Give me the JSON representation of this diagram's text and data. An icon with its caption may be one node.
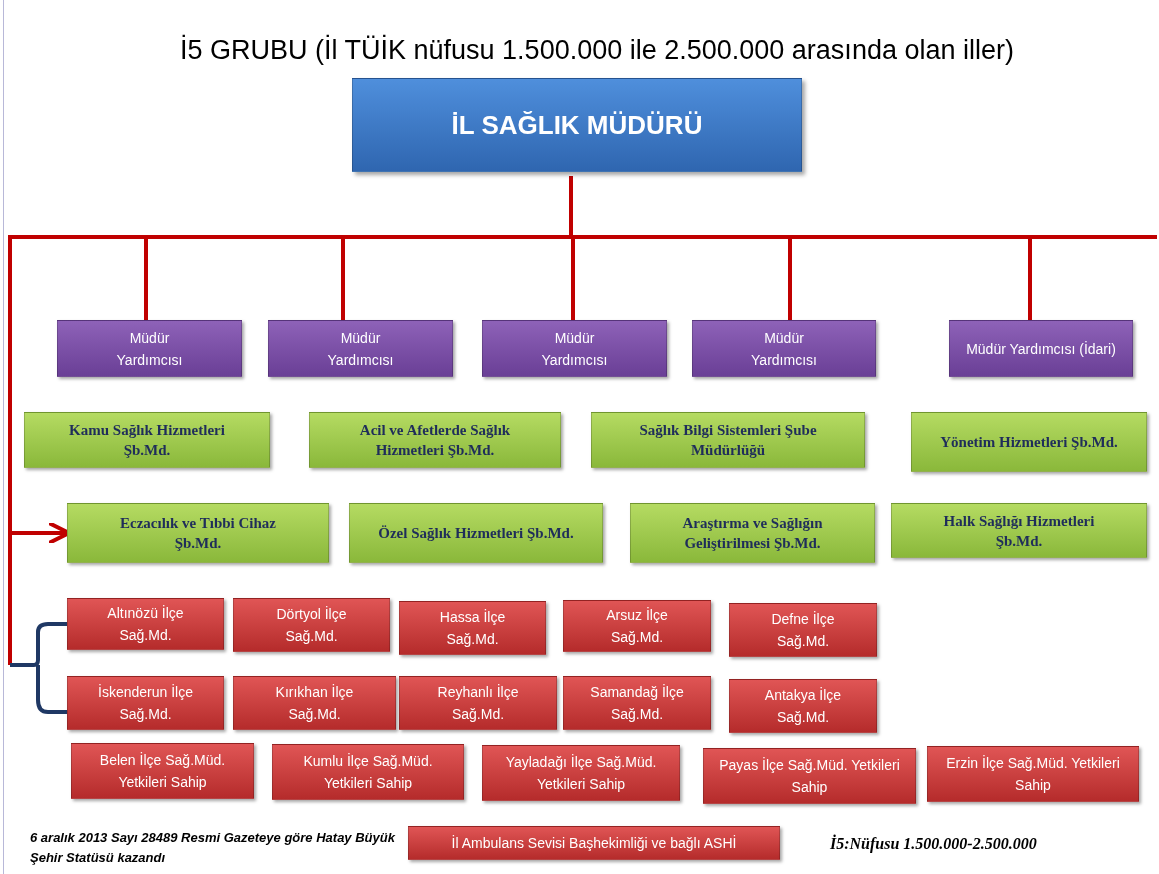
{
  "diagram": {
    "title": "İ5 GRUBU (İl TÜİK nüfusu 1.500.000 ile 2.500.000 arasında olan iller)",
    "nodes": [
      {
        "text": [
          "İL SAĞLIK MÜDÜRÜ"
        ]
      },
      {
        "text": [
          "Müdür Yardımcısı"
        ]
      },
      {
        "text": [
          "Müdür Yardımcısı"
        ]
      },
      {
        "text": [
          "Müdür Yardımcısı"
        ]
      },
      {
        "text": [
          "Müdür Yardımcısı"
        ]
      },
      {
        "text": [
          "Müdür Yardımcısı (İdari)"
        ]
      },
      {
        "text": [
          "Kamu Sağlık Hizmetleri Şb.Md."
        ]
      },
      {
        "text": [
          "Acil ve Afetlerde Sağlık Hizmetleri Şb.Md."
        ]
      },
      {
        "text": [
          "Sağlık Bilgi Sistemleri Şube Müdürlüğü"
        ]
      },
      {
        "text": [
          "Yönetim Hizmetleri Şb.Md."
        ]
      },
      {
        "text": [
          "Eczacılık ve Tıbbi Cihaz Şb.Md."
        ]
      },
      {
        "text": [
          "Özel Sağlık Hizmetleri Şb.Md."
        ]
      },
      {
        "text": [
          "Araştırma ve Sağlığın Geliştirilmesi Şb.Md."
        ]
      },
      {
        "text": [
          "Halk Sağlığı Hizmetleri Şb.Md."
        ]
      },
      {
        "text": [
          "Altınözü İlçe Sağ.Md."
        ]
      },
      {
        "text": [
          "Dörtyol İlçe Sağ.Md."
        ]
      },
      {
        "text": [
          "Hassa İlçe Sağ.Md."
        ]
      },
      {
        "text": [
          "Arsuz İlçe Sağ.Md."
        ]
      },
      {
        "text": [
          "Defne İlçe Sağ.Md."
        ]
      },
      {
        "text": [
          "İskenderun İlçe Sağ.Md."
        ]
      },
      {
        "text": [
          "Kırıkhan İlçe Sağ.Md."
        ]
      },
      {
        "text": [
          "Reyhanlı İlçe Sağ.Md."
        ]
      },
      {
        "text": [
          "Samandağ İlçe Sağ.Md."
        ]
      },
      {
        "text": [
          "Antakya İlçe Sağ.Md."
        ]
      },
      {
        "text": [
          "Belen İlçe Sağ.Müd. Yetkileri Sahip"
        ]
      },
      {
        "text": [
          "Kumlu İlçe Sağ.Müd. Yetkileri Sahip"
        ]
      },
      {
        "text": [
          "Yayladağı İlçe Sağ.Müd. Yetkileri Sahip"
        ]
      },
      {
        "text": [
          "Payas İlçe Sağ.Müd. Yetkileri Sahip"
        ]
      },
      {
        "text": [
          "Erzin İlçe Sağ.Müd. Yetkileri Sahip"
        ]
      },
      {
        "text": [
          "İl Ambulans Sevisi Başhekimliği ve bağlı ASHİ"
        ]
      }
    ],
    "edges": [
      {
        "from": 0,
        "to": 1,
        "arrow": "none"
      },
      {
        "from": 0,
        "to": 2,
        "arrow": "none"
      },
      {
        "from": 0,
        "to": 3,
        "arrow": "none"
      },
      {
        "from": 0,
        "to": 4,
        "arrow": "none"
      },
      {
        "from": 0,
        "to": 5,
        "arrow": "none"
      },
      {
        "from": 0,
        "to": 10,
        "arrow": "to"
      }
    ],
    "labels": [
      "6 aralık 2013 Sayı 28489 Resmi Gazeteye göre Hatay Büyük Şehir Statüsü kazandı",
      "İ5:Nüfusu 1.500.000-2.500.000"
    ]
  }
}
